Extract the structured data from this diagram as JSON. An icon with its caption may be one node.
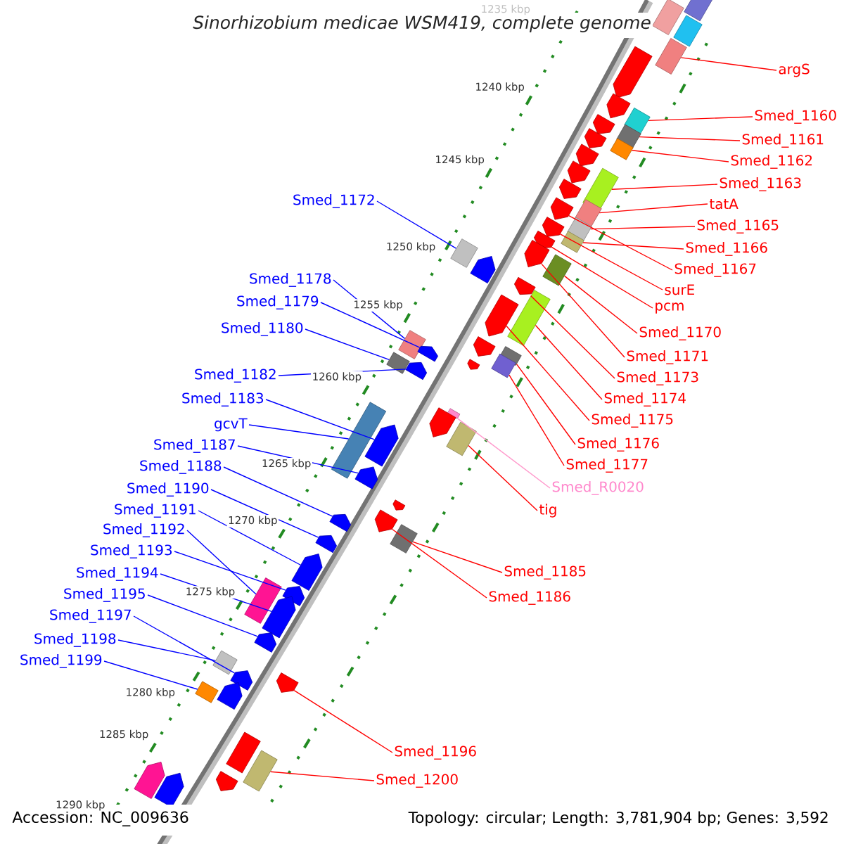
{
  "diagram": {
    "title": "Sinorhizobium medicae WSM419, complete genome",
    "nodes": [
      {
        "text": [
          "argS"
        ]
      },
      {
        "text": [
          "Smed_1160"
        ]
      },
      {
        "text": [
          "Smed_1161"
        ]
      },
      {
        "text": [
          "Smed_1162"
        ]
      },
      {
        "text": [
          "Smed_1163"
        ]
      },
      {
        "text": [
          "tatA"
        ]
      },
      {
        "text": [
          "Smed_1172"
        ]
      },
      {
        "text": [
          "Smed_1165"
        ]
      },
      {
        "text": [
          "Smed_1166"
        ]
      },
      {
        "text": [
          "Smed_1167"
        ]
      },
      {
        "text": [
          "Smed_1178"
        ]
      },
      {
        "text": [
          "surE"
        ]
      },
      {
        "text": [
          "Smed_1179"
        ]
      },
      {
        "text": [
          "pcm"
        ]
      },
      {
        "text": [
          "Smed_1180"
        ]
      },
      {
        "text": [
          "Smed_1170"
        ]
      },
      {
        "text": [
          "Smed_1171"
        ]
      },
      {
        "text": [
          "Smed_1182"
        ]
      },
      {
        "text": [
          "Smed_1173"
        ]
      },
      {
        "text": [
          "Smed_1183"
        ]
      },
      {
        "text": [
          "Smed_1174"
        ]
      },
      {
        "text": [
          "Smed_1175"
        ]
      },
      {
        "text": [
          "gcvT"
        ]
      },
      {
        "text": [
          "Smed_1176"
        ]
      },
      {
        "text": [
          "Smed_1187"
        ]
      },
      {
        "text": [
          "Smed_1177"
        ]
      },
      {
        "text": [
          "Smed_1188"
        ]
      },
      {
        "text": [
          "Smed_R0020"
        ]
      },
      {
        "text": [
          "Smed_1190"
        ]
      },
      {
        "text": [
          "tig"
        ]
      },
      {
        "text": [
          "Smed_1191"
        ]
      },
      {
        "text": [
          "Smed_1192"
        ]
      },
      {
        "text": [
          "Smed_1193"
        ]
      },
      {
        "text": [
          "Smed_1185"
        ]
      },
      {
        "text": [
          "Smed_1194"
        ]
      },
      {
        "text": [
          "Smed_1195"
        ]
      },
      {
        "text": [
          "Smed_1186"
        ]
      },
      {
        "text": [
          "Smed_1197"
        ]
      },
      {
        "text": [
          "Smed_1198"
        ]
      },
      {
        "text": [
          "Smed_1199"
        ]
      },
      {
        "text": [
          "Smed_1196"
        ]
      },
      {
        "text": [
          "Smed_1200"
        ]
      },
      {
        "text": [],
        "shape": "box"
      },
      {
        "text": [],
        "shape": "box"
      },
      {
        "text": [],
        "shape": "box"
      },
      {
        "text": [],
        "shape": "box"
      },
      {
        "text": [],
        "shape": "box"
      },
      {
        "text": [],
        "shape": "arrow"
      },
      {
        "text": [],
        "shape": "box"
      },
      {
        "text": [],
        "shape": "box"
      },
      {
        "text": [],
        "shape": "arrow"
      },
      {
        "text": [],
        "shape": "box"
      },
      {
        "text": [],
        "shape": "arrow"
      },
      {
        "text": [],
        "shape": "box"
      },
      {
        "text": [],
        "shape": "arrow"
      },
      {
        "text": [],
        "shape": "box"
      },
      {
        "text": [],
        "shape": "arrow"
      },
      {
        "text": [],
        "shape": "arrow"
      },
      {
        "text": [],
        "shape": "box"
      },
      {
        "text": [],
        "shape": "box"
      },
      {
        "text": [],
        "shape": "arrow"
      },
      {
        "text": [],
        "shape": "box"
      },
      {
        "text": [],
        "shape": "box"
      },
      {
        "text": [],
        "shape": "box"
      },
      {
        "text": [],
        "shape": "arrow"
      },
      {
        "text": [],
        "shape": "arrow"
      },
      {
        "text": [],
        "shape": "box"
      },
      {
        "text": [],
        "shape": "box"
      },
      {
        "text": [],
        "shape": "arrow"
      },
      {
        "text": [],
        "shape": "arrow"
      },
      {
        "text": [],
        "shape": "arrow"
      },
      {
        "text": [],
        "shape": "arrow"
      },
      {
        "text": [],
        "shape": "box"
      },
      {
        "text": [],
        "shape": "arrow"
      },
      {
        "text": [],
        "shape": "arrow"
      },
      {
        "text": [],
        "shape": "arrow"
      },
      {
        "text": [],
        "shape": "box"
      },
      {
        "text": [],
        "shape": "arrow"
      },
      {
        "text": [],
        "shape": "arrow"
      },
      {
        "text": [],
        "shape": "box"
      },
      {
        "text": [],
        "shape": "arrow"
      },
      {
        "text": [],
        "shape": "arrow"
      },
      {
        "text": [],
        "shape": "box"
      },
      {
        "text": [],
        "shape": "box"
      },
      {
        "text": [],
        "shape": "box"
      },
      {
        "text": [],
        "shape": "box"
      },
      {
        "text": [],
        "shape": "box"
      },
      {
        "text": [],
        "shape": "arrow"
      },
      {
        "text": [],
        "shape": "arrow"
      },
      {
        "text": [],
        "shape": "arrow"
      },
      {
        "text": [],
        "shape": "arrow"
      },
      {
        "text": [],
        "shape": "arrow"
      },
      {
        "text": [],
        "shape": "arrow"
      },
      {
        "text": [],
        "shape": "arrow"
      },
      {
        "text": [],
        "shape": "arrow"
      },
      {
        "text": [],
        "shape": "arrow"
      },
      {
        "text": [],
        "shape": "arrow"
      },
      {
        "text": [],
        "shape": "arrow"
      },
      {
        "text": [],
        "shape": "arrow"
      },
      {
        "text": [],
        "shape": "arrow"
      },
      {
        "text": [],
        "shape": "box"
      },
      {
        "text": [],
        "shape": "arrow"
      },
      {
        "text": [],
        "shape": "arrow"
      },
      {
        "text": [],
        "shape": "arrow"
      }
    ],
    "edges": [
      {
        "from": 0,
        "to": 42,
        "arrow": "none"
      },
      {
        "from": 1,
        "to": 43,
        "arrow": "none"
      },
      {
        "from": 2,
        "to": 44,
        "arrow": "none"
      },
      {
        "from": 3,
        "to": 45,
        "arrow": "none"
      },
      {
        "from": 4,
        "to": 46,
        "arrow": "none"
      },
      {
        "from": 5,
        "to": 48,
        "arrow": "none"
      },
      {
        "from": 6,
        "to": 53,
        "arrow": "none",
        "color": "#0000ff"
      },
      {
        "from": 7,
        "to": 49,
        "arrow": "none"
      },
      {
        "from": 8,
        "to": 51,
        "arrow": "none"
      },
      {
        "from": 9,
        "to": 47,
        "arrow": "none"
      },
      {
        "from": 10,
        "to": 59,
        "arrow": "none",
        "color": "#0000ff"
      },
      {
        "from": 11,
        "to": 50,
        "arrow": "none"
      },
      {
        "from": 12,
        "to": 60,
        "arrow": "none",
        "color": "#0000ff"
      },
      {
        "from": 13,
        "to": 52,
        "arrow": "none"
      },
      {
        "from": 14,
        "to": 62,
        "arrow": "none",
        "color": "#0000ff"
      },
      {
        "from": 15,
        "to": 55,
        "arrow": "none"
      },
      {
        "from": 16,
        "to": 54,
        "arrow": "none"
      },
      {
        "from": 17,
        "to": 64,
        "arrow": "none",
        "color": "#0000ff"
      },
      {
        "from": 18,
        "to": 56,
        "arrow": "none"
      },
      {
        "from": 19,
        "to": 68,
        "arrow": "none",
        "color": "#0000ff"
      },
      {
        "from": 20,
        "to": 58,
        "arrow": "none"
      },
      {
        "from": 21,
        "to": 57,
        "arrow": "none"
      },
      {
        "from": 22,
        "to": 67,
        "arrow": "none",
        "color": "#0000ff"
      },
      {
        "from": 23,
        "to": 61,
        "arrow": "none"
      },
      {
        "from": 24,
        "to": 69,
        "arrow": "none",
        "color": "#0000ff"
      },
      {
        "from": 25,
        "to": 63,
        "arrow": "none"
      },
      {
        "from": 26,
        "to": 70,
        "arrow": "none",
        "color": "#0000ff"
      },
      {
        "from": 27,
        "to": 65,
        "arrow": "none",
        "color": "#ff99cc"
      },
      {
        "from": 28,
        "to": 73,
        "arrow": "none",
        "color": "#0000ff"
      },
      {
        "from": 29,
        "to": 66,
        "arrow": "none"
      },
      {
        "from": 30,
        "to": 74,
        "arrow": "none",
        "color": "#0000ff"
      },
      {
        "from": 31,
        "to": 76,
        "arrow": "none",
        "color": "#0000ff"
      },
      {
        "from": 32,
        "to": 75,
        "arrow": "none",
        "color": "#0000ff"
      },
      {
        "from": 33,
        "to": 72,
        "arrow": "none"
      },
      {
        "from": 34,
        "to": 77,
        "arrow": "none",
        "color": "#0000ff"
      },
      {
        "from": 35,
        "to": 78,
        "arrow": "none",
        "color": "#0000ff"
      },
      {
        "from": 36,
        "to": 71,
        "arrow": "none"
      },
      {
        "from": 37,
        "to": 80,
        "arrow": "none",
        "color": "#0000ff"
      },
      {
        "from": 38,
        "to": 79,
        "arrow": "none",
        "color": "#0000ff"
      },
      {
        "from": 39,
        "to": 82,
        "arrow": "none",
        "color": "#0000ff"
      },
      {
        "from": 40,
        "to": 81,
        "arrow": "none"
      },
      {
        "from": 41,
        "to": 83,
        "arrow": "none"
      }
    ],
    "labels": [
      "1235 kbp",
      "1240 kbp",
      "1245 kbp",
      "1250 kbp",
      "1255 kbp",
      "1260 kbp",
      "1265 kbp",
      "1270 kbp",
      "1275 kbp",
      "1280 kbp",
      "1285 kbp",
      "1290 kbp",
      "Accession: NC_009636",
      "Topology: circular; Length: 3,781,904 bp; Genes: 3,592"
    ]
  }
}
